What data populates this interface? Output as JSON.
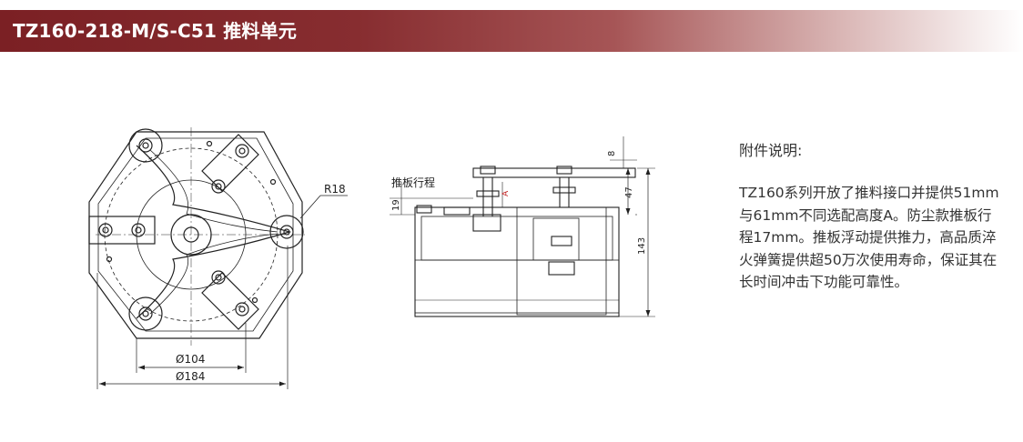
{
  "header": {
    "title": "TZ160-218-M/S-C51 推料单元"
  },
  "drawing": {
    "dim_r18": "R18",
    "dim_d104": "Ø104",
    "dim_d184": "Ø184",
    "label_push_stroke": "推板行程",
    "dim_8": "8",
    "dim_47": "47",
    "dim_19": "19",
    "dim_143": "143",
    "mark_a": "A"
  },
  "notes": {
    "title": "附件说明:",
    "body": "TZ160系列开放了推料接口并提供51mm与61mm不同选配高度A。防尘款推板行程17mm。推板浮动提供推力，高品质淬火弹簧提供超50万次使用寿命，保证其在长时间冲击下功能可靠性。"
  }
}
